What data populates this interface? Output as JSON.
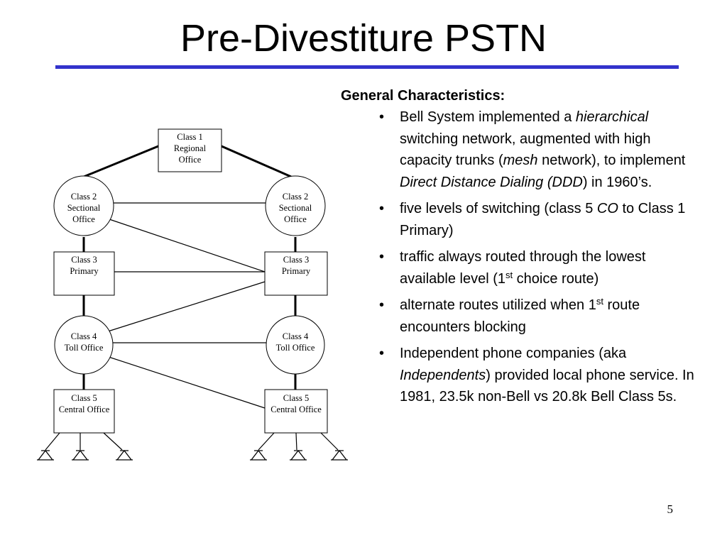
{
  "slide": {
    "title": "Pre-Divestiture PSTN",
    "page_number": "5"
  },
  "diagram": {
    "class1": [
      "Class 1",
      "Regional",
      "Office"
    ],
    "class2_left": [
      "Class 2",
      "Sectional",
      "Office"
    ],
    "class2_right": [
      "Class 2",
      "Sectional",
      "Office"
    ],
    "class3_left": [
      "Class 3",
      "Primary"
    ],
    "class3_right": [
      "Class 3",
      "Primary"
    ],
    "class4_left": [
      "Class 4",
      "Toll Office"
    ],
    "class4_right": [
      "Class 4",
      "Toll Office"
    ],
    "class5_left": [
      "Class 5",
      "Central Office"
    ],
    "class5_right": [
      "Class 5",
      "Central Office"
    ]
  },
  "panel": {
    "heading": "General Characteristics:",
    "bullet_symbol": "•",
    "bullets": [
      {
        "t1": "Bell System implemented a ",
        "i1": "hierarchical",
        "t2": " switching network, augmented with high capacity trunks (",
        "i2": "mesh",
        "t3": " network), to implement ",
        "i3": "Direct Distance Dialing (DDD",
        "t4": ") in 1960’s."
      },
      {
        "t1": "five levels of switching (class 5 ",
        "i1": "CO",
        "t2": " to Class 1 Primary)"
      },
      {
        "t1": "traffic always routed through the lowest available level (1",
        "sup": "st",
        "t2": " choice route)"
      },
      {
        "t1": "alternate routes utilized when 1",
        "sup": "st",
        "t2": " route encounters blocking"
      },
      {
        "t1": "Independent phone companies (aka ",
        "i1": "Independents",
        "t2": ") provided local phone service.  In 1981, 23.5k non-Bell vs 20.8k Bell Class 5s."
      }
    ]
  }
}
